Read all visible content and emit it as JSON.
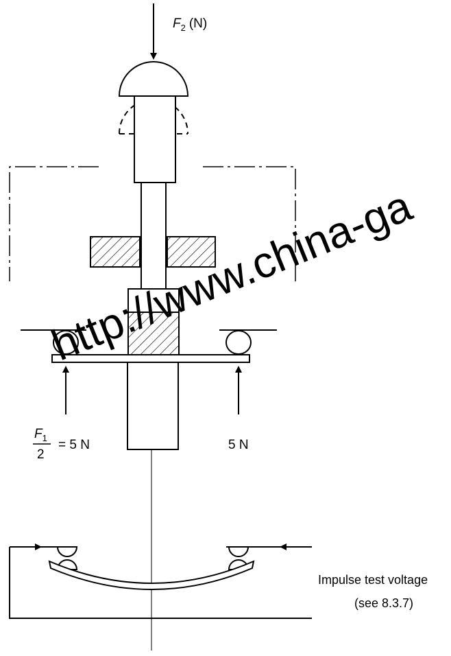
{
  "labels": {
    "f2_symbol": "F",
    "f2_sub": "2",
    "f2_unit": "(N)",
    "f1_symbol": "F",
    "f1_sub": "1",
    "f1_denominator": "2",
    "f1_value": "= 5 N",
    "right_force": "5 N",
    "impulse_title": "Impulse test voltage",
    "impulse_ref": "(see 8.3.7)"
  },
  "watermark": {
    "text": "http://www.china-ga",
    "color": "#000000"
  },
  "colors": {
    "line": "#000000",
    "background": "#ffffff"
  }
}
